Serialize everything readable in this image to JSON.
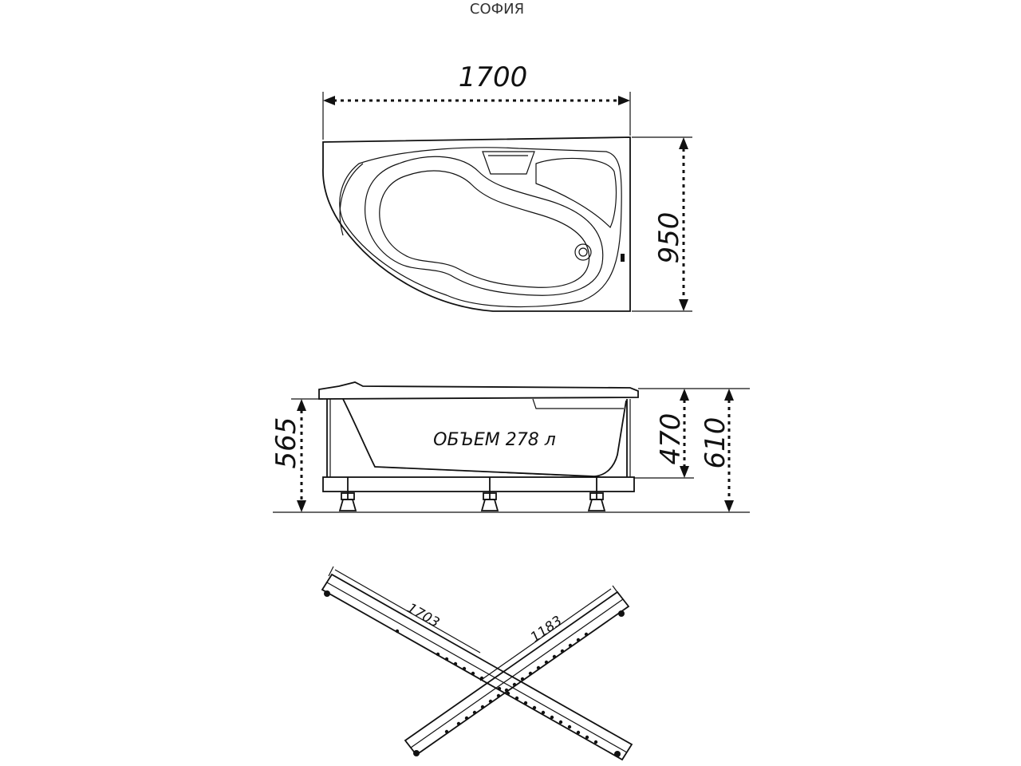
{
  "title": "СОФИЯ",
  "top_view": {
    "length": "1700",
    "width": "950"
  },
  "side_view": {
    "height_total": "565",
    "height_bowl": "470",
    "height_with_legs": "610",
    "volume_label": "ОБЪЕМ 278 л"
  },
  "frame": {
    "beam_long": "1703",
    "beam_short": "1183"
  }
}
